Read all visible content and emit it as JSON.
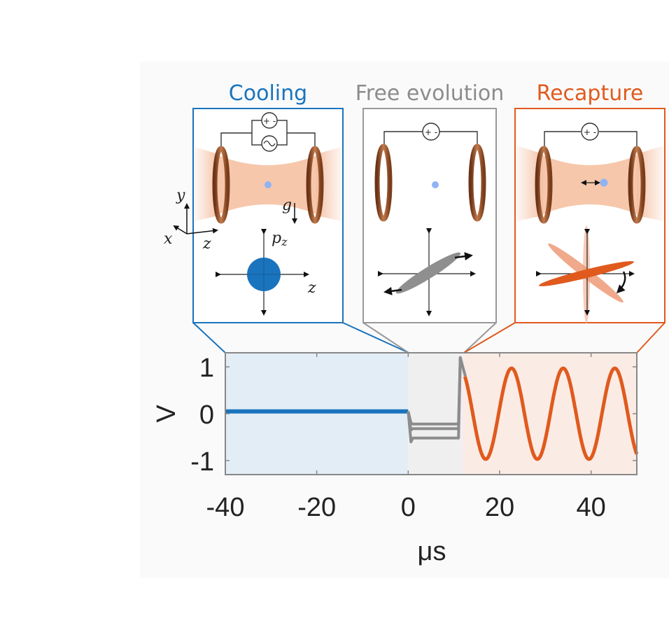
{
  "figure": {
    "panels": [
      {
        "id": "cooling",
        "title": "Cooling",
        "color": "#1a74bd",
        "source": "dc-plus-ac",
        "particle_motion": "none",
        "beam": true,
        "phase_space": "disk"
      },
      {
        "id": "free",
        "title": "Free evolution",
        "color": "#8c8c8c",
        "source": "dc",
        "particle_motion": "none",
        "beam": false,
        "phase_space": "sheared-ellipse"
      },
      {
        "id": "recapture",
        "title": "Recapture",
        "color": "#e05a1e",
        "source": "dc",
        "particle_motion": "oscillating",
        "beam": true,
        "phase_space": "rotating-ellipse"
      }
    ],
    "labels": {
      "axis_y": "y",
      "axis_x": "x",
      "axis_z": "z",
      "gravity": "g",
      "momentum": "p",
      "momentum_sub": "z",
      "position": "z",
      "dc_source": "+ -"
    }
  },
  "chart_data": {
    "type": "line",
    "title": "",
    "xlabel": "μs",
    "ylabel": "V",
    "xlim": [
      -40,
      50
    ],
    "ylim": [
      -1.3,
      1.3
    ],
    "xticks": [
      -40,
      -20,
      0,
      20,
      40
    ],
    "yticks": [
      1,
      0,
      -1
    ],
    "xtick_labels": [
      "-40",
      "-20",
      "0",
      "20",
      "40"
    ],
    "ytick_labels": [
      "1",
      "0",
      "-1"
    ],
    "grid": false,
    "regions": [
      {
        "name": "Cooling",
        "from": -40,
        "to": 0,
        "color": "#e3edf6"
      },
      {
        "name": "Free evolution",
        "from": 0,
        "to": 12,
        "color": "#efefef"
      },
      {
        "name": "Recapture",
        "from": 12,
        "to": 50,
        "color": "#fbebe5"
      }
    ],
    "series": [
      {
        "name": "Cooling",
        "color": "#1a74bd",
        "x": [
          -40,
          -30,
          -20,
          -10,
          0
        ],
        "y": [
          0.05,
          0.05,
          0.05,
          0.05,
          0.05
        ]
      },
      {
        "name": "Free evolution (level 1)",
        "color": "#8c8c8c",
        "x": [
          0,
          0.6,
          1,
          11,
          11.4,
          11.8,
          12.5
        ],
        "y": [
          0.05,
          -0.2,
          -0.22,
          -0.22,
          1.2,
          1.05,
          0.8
        ]
      },
      {
        "name": "Free evolution (level 2)",
        "color": "#8c8c8c",
        "x": [
          0,
          0.6,
          1,
          11,
          11.4
        ],
        "y": [
          0.05,
          -0.6,
          -0.52,
          -0.52,
          1.2
        ]
      },
      {
        "name": "Free evolution (level 3)",
        "color": "#8c8c8c",
        "x": [
          0,
          0.6,
          1,
          11,
          11.4
        ],
        "y": [
          0.05,
          -0.35,
          -0.32,
          -0.32,
          1.2
        ]
      },
      {
        "name": "Recapture",
        "color": "#e05a1e",
        "function": "sine",
        "x_start": 12.4,
        "x_end": 50,
        "amplitude": 0.97,
        "period": 11.3,
        "peak_x": 22.6
      }
    ]
  }
}
